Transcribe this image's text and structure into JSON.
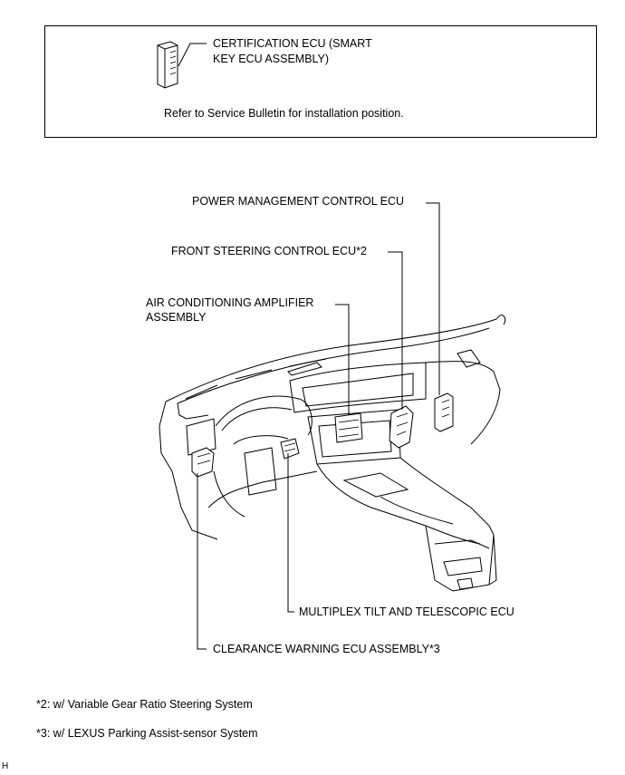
{
  "top_box": {
    "component_line1": "CERTIFICATION ECU (SMART",
    "component_line2": "KEY ECU ASSEMBLY)",
    "note": "Refer to Service Bulletin for installation position."
  },
  "callouts": {
    "power_management": "POWER MANAGEMENT CONTROL ECU",
    "front_steering": "FRONT STEERING CONTROL ECU*2",
    "air_conditioning_line1": "AIR CONDITIONING AMPLIFIER",
    "air_conditioning_line2": "ASSEMBLY",
    "multiplex_tilt": "MULTIPLEX TILT AND TELESCOPIC ECU",
    "clearance_warning": "CLEARANCE WARNING ECU ASSEMBLY*3"
  },
  "footnotes": {
    "note2": "*2: w/ Variable Gear Ratio Steering System",
    "note3": "*3: w/ LEXUS Parking Assist-sensor System"
  },
  "corner_code": "H"
}
